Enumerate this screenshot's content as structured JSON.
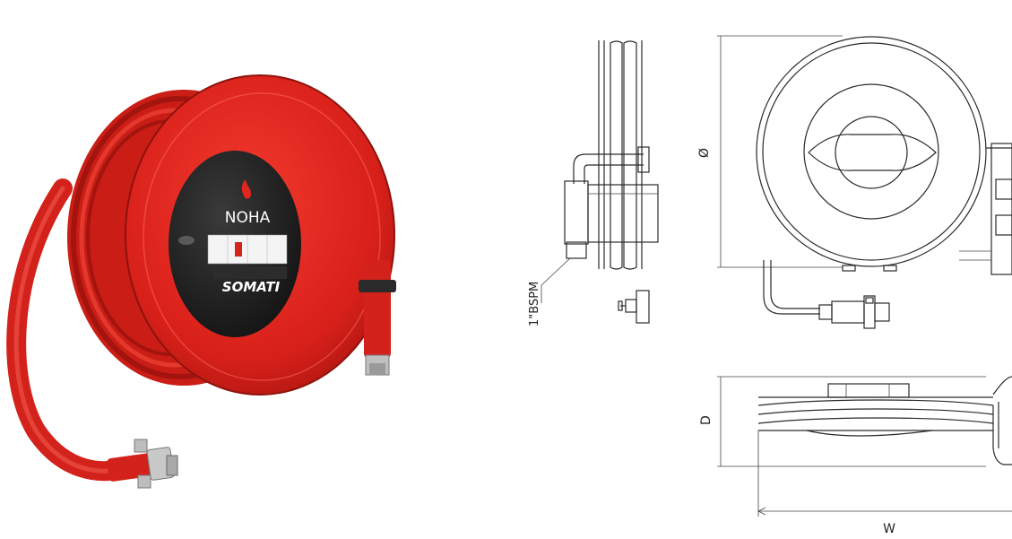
{
  "product": {
    "brand_top": "NOHA",
    "brand_bottom": "SOMATI",
    "accent_color": "#e0261e",
    "dark_color": "#1b1b1b"
  },
  "drawing": {
    "label_thread": "1\"BSPM",
    "label_diameter": "Ø",
    "label_depth": "D",
    "label_width": "W"
  }
}
